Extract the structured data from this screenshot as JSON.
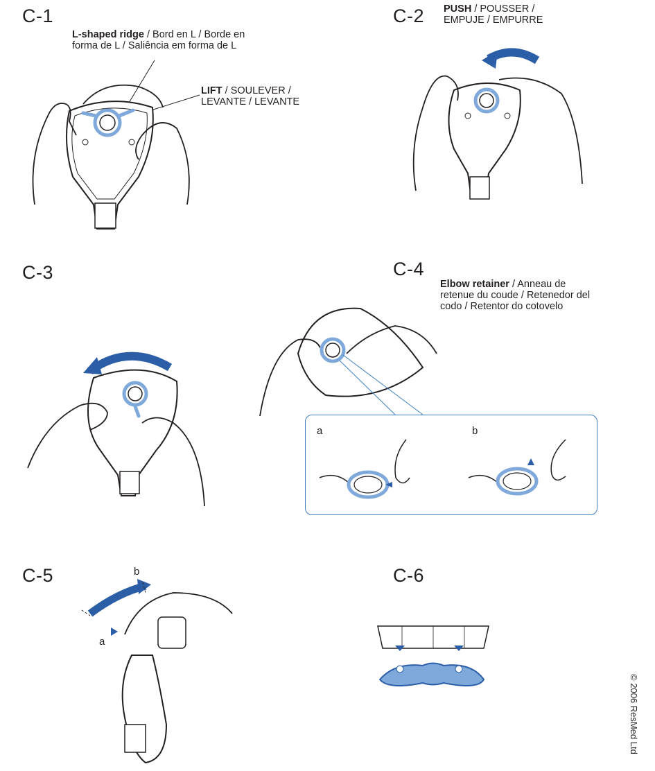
{
  "steps": {
    "c1": "C-1",
    "c2": "C-2",
    "c3": "C-3",
    "c4": "C-4",
    "c5": "C-5",
    "c6": "C-6"
  },
  "callouts": {
    "ridge_bold": "L-shaped ridge",
    "ridge_rest_1": " / Bord en L / Borde en",
    "ridge_rest_2": "forma de L / Saliência em forma de L",
    "lift_bold": "LIFT",
    "lift_rest_1": " / SOULEVER /",
    "lift_rest_2": "LEVANTE / LEVANTE",
    "push_bold": "PUSH",
    "push_rest_1": " / POUSSER /",
    "push_rest_2": "EMPUJE / EMPURRE",
    "elbow_bold": "Elbow retainer",
    "elbow_rest_1": " / Anneau de",
    "elbow_rest_2": "retenue du coude / Retenedor del",
    "elbow_rest_3": "codo / Retentor do cotovelo"
  },
  "sublabels": {
    "a": "a",
    "b": "b",
    "c5_a": "a",
    "c5_b": "b"
  },
  "copyright": "© 2006 ResMed Ltd",
  "colors": {
    "accent": "#2b5ea7",
    "light_blue": "#7ea9da",
    "ink": "#231f20"
  }
}
